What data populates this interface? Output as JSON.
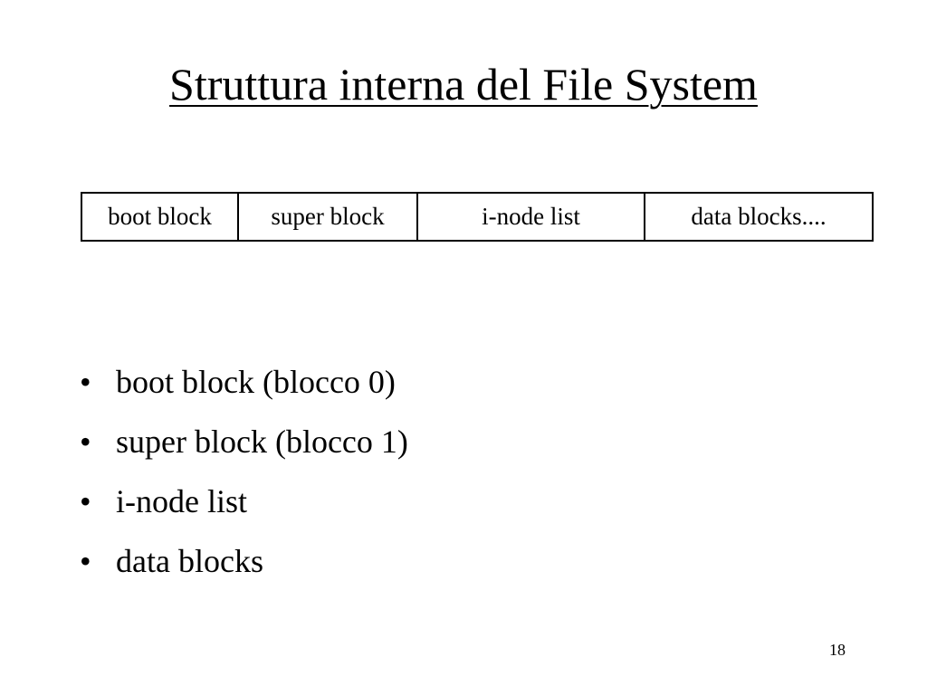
{
  "slide": {
    "title": "Struttura interna del File System",
    "page_number": "18"
  },
  "fs_layout": {
    "cells": [
      "boot block",
      "super block",
      "i-node list",
      "data blocks...."
    ]
  },
  "bullets": {
    "marker": "•",
    "items": [
      "boot block (blocco 0)",
      "super block (blocco 1)",
      "i-node list",
      "data blocks"
    ]
  }
}
